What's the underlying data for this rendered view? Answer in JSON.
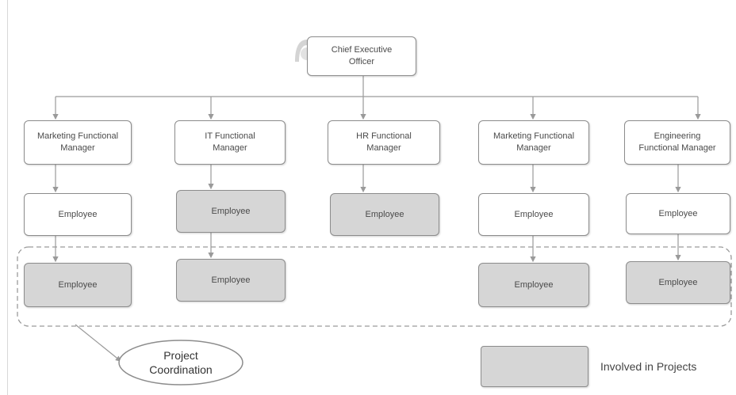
{
  "ceo": {
    "label": "Chief Executive\nOfficer"
  },
  "managers": [
    {
      "label": "Marketing Functional\nManager"
    },
    {
      "label": "IT Functional\nManager"
    },
    {
      "label": "HR Functional\nManager"
    },
    {
      "label": "Marketing Functional\nManager"
    },
    {
      "label": "Engineering\nFunctional Manager"
    }
  ],
  "employee_row1": [
    {
      "label": "Employee",
      "involved": false
    },
    {
      "label": "Employee",
      "involved": true
    },
    {
      "label": "Employee",
      "involved": true
    },
    {
      "label": "Employee",
      "involved": false
    },
    {
      "label": "Employee",
      "involved": false
    }
  ],
  "employee_row2": [
    {
      "label": "Employee",
      "involved": true
    },
    {
      "label": "Employee",
      "involved": true
    },
    {
      "label": "Employee",
      "involved": true
    },
    {
      "label": "Employee",
      "involved": true
    }
  ],
  "project": {
    "label": "Project\nCoordination"
  },
  "legend": {
    "label": "Involved in Projects"
  },
  "colors": {
    "involved": "#d6d6d6",
    "border": "#8c8c8c",
    "line": "#9a9a9a"
  }
}
